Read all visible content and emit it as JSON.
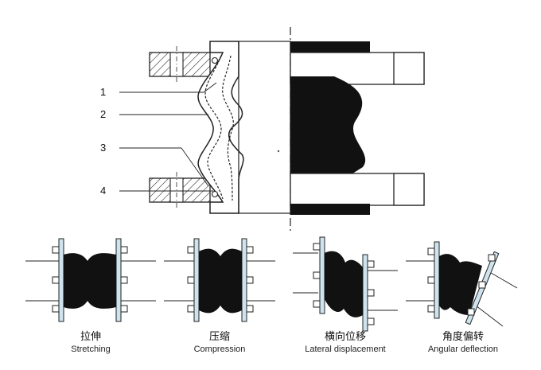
{
  "callouts": [
    "1",
    "2",
    "3",
    "4"
  ],
  "modes": [
    {
      "zh": "拉伸",
      "en": "Stretching"
    },
    {
      "zh": "压缩",
      "en": "Compression"
    },
    {
      "zh": "横向位移",
      "en": "Lateral displacement"
    },
    {
      "zh": "角度偏转",
      "en": "Angular deflection"
    }
  ],
  "colors": {
    "rubber": "#111111",
    "flange": "#cfe3ef",
    "line": "#222222"
  }
}
